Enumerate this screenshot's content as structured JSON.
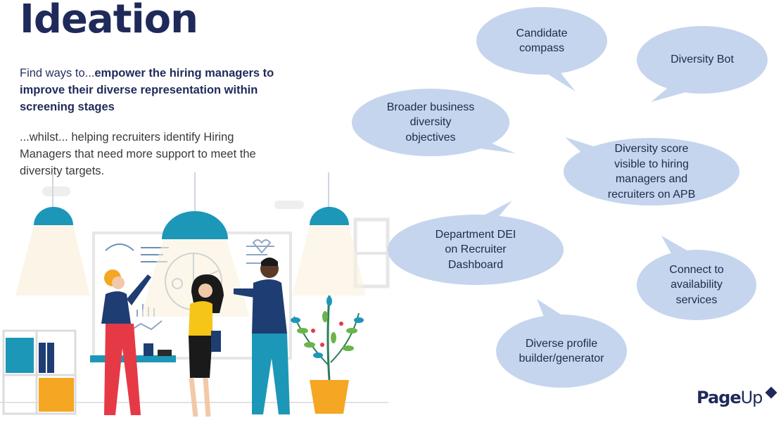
{
  "slide": {
    "title": "Ideation",
    "intro_prefix": "Find ways to...",
    "intro_bold": "empower the hiring managers to  improve their diverse representation within  screening stages",
    "intro_secondary": "...whilst... helping recruiters identify Hiring Managers  that need more support to meet the diversity targets."
  },
  "bubbles": [
    {
      "lines": [
        "Candidate",
        "compass"
      ]
    },
    {
      "lines": [
        "Diversity Bot"
      ]
    },
    {
      "lines": [
        "Broader business",
        "diversity",
        "objectives"
      ]
    },
    {
      "lines": [
        "Diversity score",
        "visible to hiring",
        "managers and",
        "recruiters on APB"
      ]
    },
    {
      "lines": [
        "Department DEI",
        "on  Recruiter",
        "Dashboard"
      ]
    },
    {
      "lines": [
        "Connect to",
        "availability",
        "services"
      ]
    },
    {
      "lines": [
        "Diverse  profile",
        "builder/generator"
      ]
    }
  ],
  "logo": {
    "brand_start": "Page",
    "brand_end": "Up",
    "color": "#1f2a5a"
  },
  "colors": {
    "bubble": "#c5d5ee",
    "title": "#1f2a5a",
    "lamp": "#1c97b8",
    "pot": "#f5a623",
    "sweater": "#1e3d73"
  },
  "illustration": {
    "icon": "team-whiteboard-illustration"
  }
}
